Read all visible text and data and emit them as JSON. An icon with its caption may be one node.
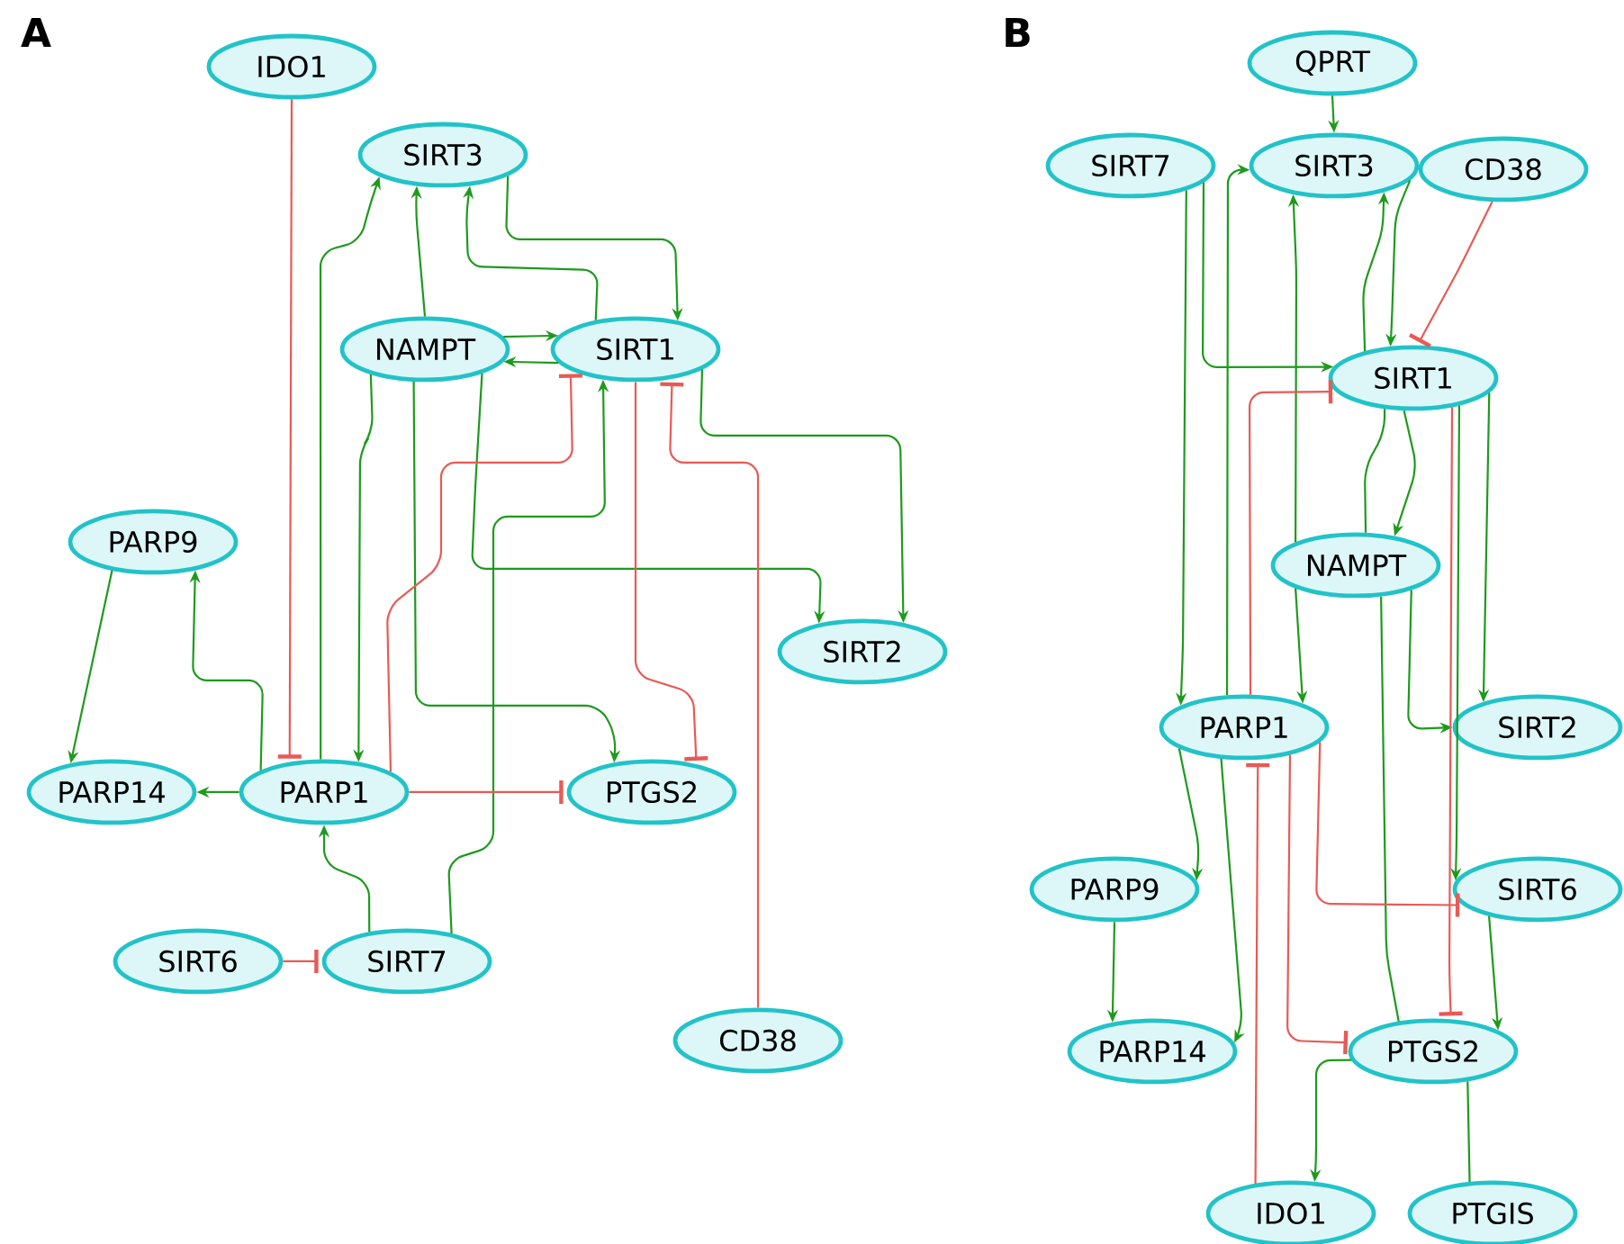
{
  "diagram": {
    "nodes": [
      {
        "text": [
          "IDO1"
        ]
      },
      {
        "text": [
          "SIRT3"
        ]
      },
      {
        "text": [
          "NAMPT"
        ]
      },
      {
        "text": [
          "SIRT1"
        ]
      },
      {
        "text": [
          "PARP9"
        ]
      },
      {
        "text": [
          "SIRT2"
        ]
      },
      {
        "text": [
          "PARP14"
        ]
      },
      {
        "text": [
          "PARP1"
        ]
      },
      {
        "text": [
          "PTGS2"
        ]
      },
      {
        "text": [
          "SIRT6"
        ]
      },
      {
        "text": [
          "SIRT7"
        ]
      },
      {
        "text": [
          "CD38"
        ]
      },
      {
        "text": [
          "QPRT"
        ]
      },
      {
        "text": [
          "SIRT7"
        ]
      },
      {
        "text": [
          "SIRT3"
        ]
      },
      {
        "text": [
          "CD38"
        ]
      },
      {
        "text": [
          "SIRT1"
        ]
      },
      {
        "text": [
          "NAMPT"
        ]
      },
      {
        "text": [
          "PARP1"
        ]
      },
      {
        "text": [
          "SIRT2"
        ]
      },
      {
        "text": [
          "PARP9"
        ]
      },
      {
        "text": [
          "SIRT6"
        ]
      },
      {
        "text": [
          "PARP14"
        ]
      },
      {
        "text": [
          "PTGS2"
        ]
      },
      {
        "text": [
          "IDO1"
        ]
      },
      {
        "text": [
          "PTGIS"
        ]
      }
    ],
    "edges": [
      {
        "from": 0,
        "to": 7,
        "arrow": "other",
        "color": "#e85a55"
      },
      {
        "from": 7,
        "to": 1,
        "arrow": "to"
      },
      {
        "from": 2,
        "to": 1,
        "arrow": "to"
      },
      {
        "from": 3,
        "to": 1,
        "arrow": "to"
      },
      {
        "from": 1,
        "to": 3,
        "arrow": "to"
      },
      {
        "from": 2,
        "to": 3,
        "arrow": "to"
      },
      {
        "from": 3,
        "to": 2,
        "arrow": "to"
      },
      {
        "from": 2,
        "to": 7,
        "arrow": "to"
      },
      {
        "from": 2,
        "to": 8,
        "arrow": "to"
      },
      {
        "from": 2,
        "to": 5,
        "arrow": "to"
      },
      {
        "from": 3,
        "to": 5,
        "arrow": "to"
      },
      {
        "from": 7,
        "to": 3,
        "arrow": "other",
        "color": "#e85a55"
      },
      {
        "from": 10,
        "to": 3,
        "arrow": "to"
      },
      {
        "from": 3,
        "to": 8,
        "arrow": "other",
        "color": "#e85a55"
      },
      {
        "from": 11,
        "to": 3,
        "arrow": "other",
        "color": "#e85a55"
      },
      {
        "from": 7,
        "to": 4,
        "arrow": "to"
      },
      {
        "from": 4,
        "to": 6,
        "arrow": "to"
      },
      {
        "from": 7,
        "to": 6,
        "arrow": "to"
      },
      {
        "from": 7,
        "to": 8,
        "arrow": "other",
        "color": "#e85a55"
      },
      {
        "from": 10,
        "to": 7,
        "arrow": "to"
      },
      {
        "from": 9,
        "to": 10,
        "arrow": "other",
        "color": "#e85a55"
      },
      {
        "from": 12,
        "to": 14,
        "arrow": "to"
      },
      {
        "from": 13,
        "to": 18,
        "arrow": "to"
      },
      {
        "from": 13,
        "to": 16,
        "arrow": "to"
      },
      {
        "from": 18,
        "to": 14,
        "arrow": "to"
      },
      {
        "from": 17,
        "to": 14,
        "arrow": "to"
      },
      {
        "from": 16,
        "to": 14,
        "arrow": "to"
      },
      {
        "from": 14,
        "to": 16,
        "arrow": "to"
      },
      {
        "from": 15,
        "to": 16,
        "arrow": "other",
        "color": "#e85a55"
      },
      {
        "from": 18,
        "to": 16,
        "arrow": "other",
        "color": "#e85a55"
      },
      {
        "from": 16,
        "to": 17,
        "arrow": "to"
      },
      {
        "from": 17,
        "to": 16,
        "arrow": "none"
      },
      {
        "from": 17,
        "to": 18,
        "arrow": "to"
      },
      {
        "from": 17,
        "to": 19,
        "arrow": "to"
      },
      {
        "from": 17,
        "to": 23,
        "arrow": "none"
      },
      {
        "from": 16,
        "to": 23,
        "arrow": "other",
        "color": "#e85a55"
      },
      {
        "from": 16,
        "to": 21,
        "arrow": "to"
      },
      {
        "from": 16,
        "to": 19,
        "arrow": "to"
      },
      {
        "from": 18,
        "to": 20,
        "arrow": "to"
      },
      {
        "from": 18,
        "to": 22,
        "arrow": "to"
      },
      {
        "from": 18,
        "to": 21,
        "arrow": "other",
        "color": "#e85a55"
      },
      {
        "from": 18,
        "to": 23,
        "arrow": "other",
        "color": "#e85a55"
      },
      {
        "from": 24,
        "to": 18,
        "arrow": "other",
        "color": "#e85a55"
      },
      {
        "from": 20,
        "to": 22,
        "arrow": "to"
      },
      {
        "from": 21,
        "to": 23,
        "arrow": "to"
      },
      {
        "from": 23,
        "to": 24,
        "arrow": "to"
      },
      {
        "from": 23,
        "to": 25,
        "arrow": "none"
      }
    ],
    "labels": [
      "A",
      "B"
    ]
  }
}
